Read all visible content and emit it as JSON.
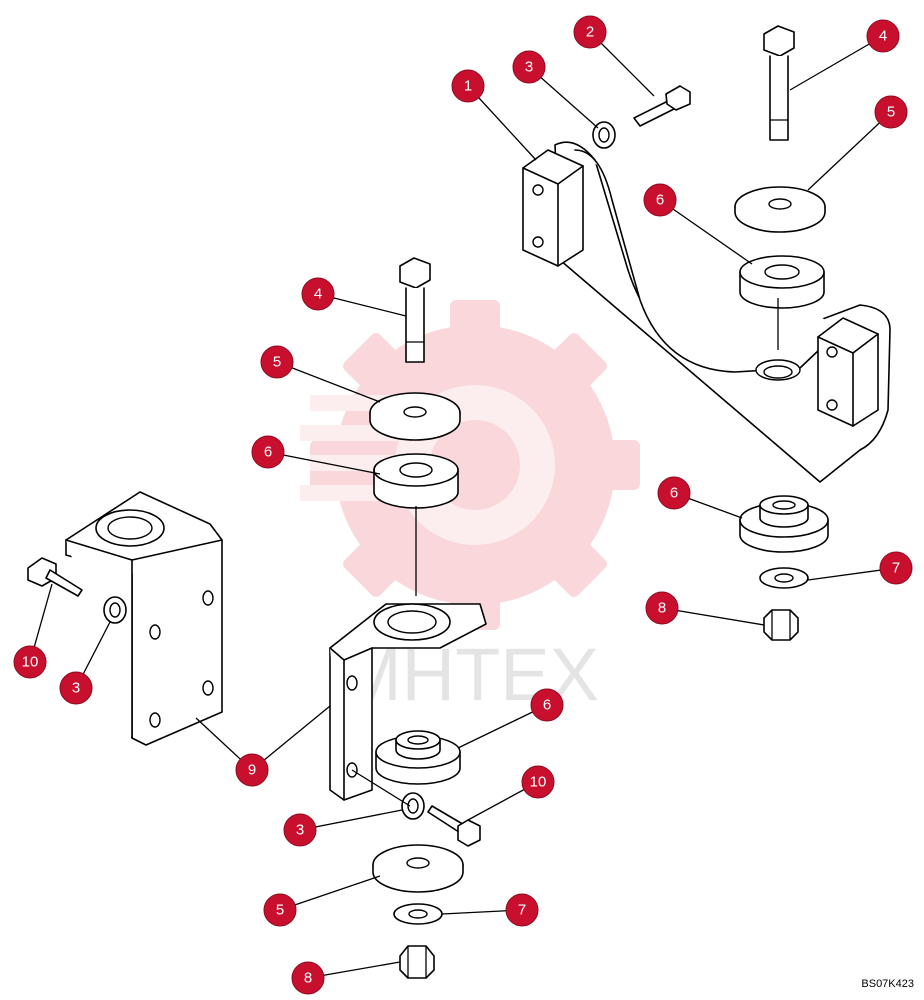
{
  "watermark": {
    "text": "MHTEX",
    "color": "#f2b3b8"
  },
  "reference_code": "BS07K423",
  "balloon_color": "#c8102e",
  "callouts": [
    {
      "label": "1"
    },
    {
      "label": "2"
    },
    {
      "label": "3"
    },
    {
      "label": "4"
    },
    {
      "label": "5"
    },
    {
      "label": "6"
    },
    {
      "label": "6"
    },
    {
      "label": "7"
    },
    {
      "label": "8"
    },
    {
      "label": "4"
    },
    {
      "label": "5"
    },
    {
      "label": "6"
    },
    {
      "label": "10"
    },
    {
      "label": "3"
    },
    {
      "label": "9"
    },
    {
      "label": "6"
    },
    {
      "label": "10"
    },
    {
      "label": "3"
    },
    {
      "label": "5"
    },
    {
      "label": "7"
    },
    {
      "label": "8"
    }
  ]
}
